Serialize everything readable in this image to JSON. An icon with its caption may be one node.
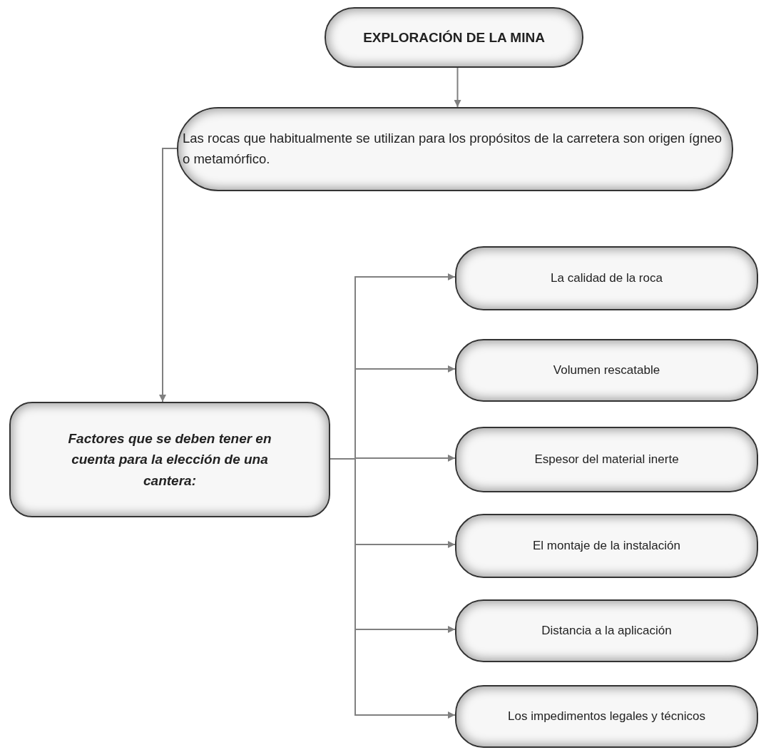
{
  "diagram": {
    "nodes": [
      {
        "text": [
          "EXPLORACIÓN DE LA MINA"
        ]
      },
      {
        "text": [
          "Las rocas que habitualmente se utilizan para los propósitos de la carretera son origen ígneo o metamórfico."
        ]
      },
      {
        "text": [
          "Factores que se deben tener en cuenta para la elección de una cantera:"
        ]
      },
      {
        "text": [
          "La calidad de la roca"
        ]
      },
      {
        "text": [
          "Volumen rescatable"
        ]
      },
      {
        "text": [
          "Espesor del material inerte"
        ]
      },
      {
        "text": [
          "El montaje de la instalación"
        ]
      },
      {
        "text": [
          "Distancia a la aplicación"
        ]
      },
      {
        "text": [
          "Los impedimentos legales y técnicos"
        ]
      }
    ],
    "edges": [
      {
        "from": 0,
        "to": 1,
        "arrow": "to"
      },
      {
        "from": 1,
        "to": 2,
        "arrow": "to"
      },
      {
        "from": 2,
        "to": 3,
        "arrow": "to"
      },
      {
        "from": 2,
        "to": 4,
        "arrow": "to"
      },
      {
        "from": 2,
        "to": 5,
        "arrow": "to"
      },
      {
        "from": 2,
        "to": 6,
        "arrow": "to"
      },
      {
        "from": 2,
        "to": 7,
        "arrow": "to"
      },
      {
        "from": 2,
        "to": 8,
        "arrow": "to"
      }
    ]
  }
}
